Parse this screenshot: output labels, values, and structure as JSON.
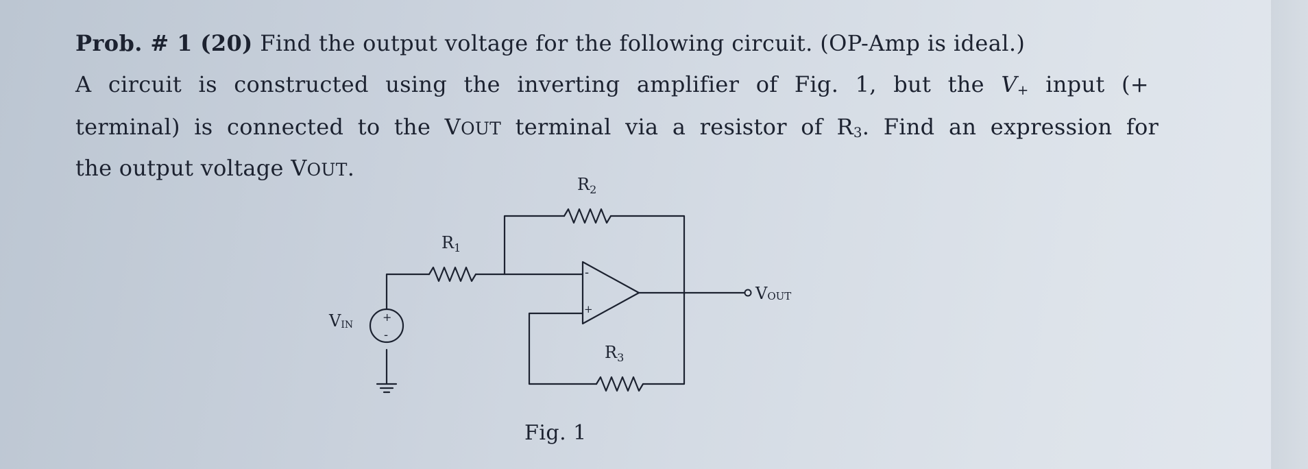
{
  "problem": {
    "header": "Prob. # 1 (20)",
    "question": "Find the output voltage for the following circuit. (OP-Amp is ideal.)",
    "line2_a": "A circuit is constructed using the inverting amplifier of Fig. 1, but the",
    "v_plus_main": "V",
    "v_plus_sub": "+",
    "line2_b": "input (+",
    "line3_a": "terminal) is connected to the V",
    "vout_sub_1": "OUT",
    "line3_b": "terminal via a resistor of R",
    "r3_sub": "3",
    "line3_c": ". Find an expression for",
    "line4_a": "the output voltage V",
    "vout_sub_2": "OUT",
    "line4_b": "."
  },
  "figure": {
    "r1_label": "R",
    "r1_sub": "1",
    "r2_label": "R",
    "r2_sub": "2",
    "r3_label": "R",
    "r3_sub": "3",
    "vin_label": "V",
    "vin_sub": "IN",
    "vout_label": "V",
    "vout_sub": "OUT",
    "source_plus": "+",
    "source_minus": "-",
    "opamp_minus": "-",
    "opamp_plus": "+",
    "caption": "Fig. 1"
  }
}
